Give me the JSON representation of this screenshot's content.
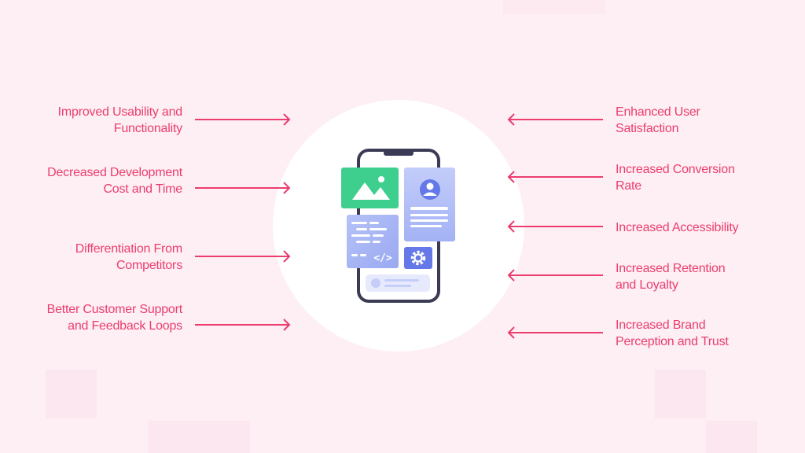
{
  "colors": {
    "background": "#fdeff4",
    "accent": "#ec3d6e",
    "circle": "#ffffff",
    "phone_outline": "#3b3b55",
    "image_card": "#3ecf8e",
    "card_blue": "#aab8f5",
    "gear_tile": "#6478e8"
  },
  "diagram": {
    "left_benefits": [
      {
        "label": "Improved Usability and Functionality"
      },
      {
        "label": "Decreased Development Cost and Time"
      },
      {
        "label": "Differentiation From Competitors"
      },
      {
        "label": "Better Customer Support and Feedback Loops"
      }
    ],
    "right_benefits": [
      {
        "label": "Enhanced User Satisfaction"
      },
      {
        "label": "Increased Conversion Rate"
      },
      {
        "label": "Increased Accessibility"
      },
      {
        "label": "Increased Retention and Loyalty"
      },
      {
        "label": "Increased Brand Perception and Trust"
      }
    ],
    "center_icons": [
      "phone-icon",
      "image-icon",
      "profile-icon",
      "code-icon",
      "gear-icon"
    ],
    "code_glyph": "</>"
  }
}
